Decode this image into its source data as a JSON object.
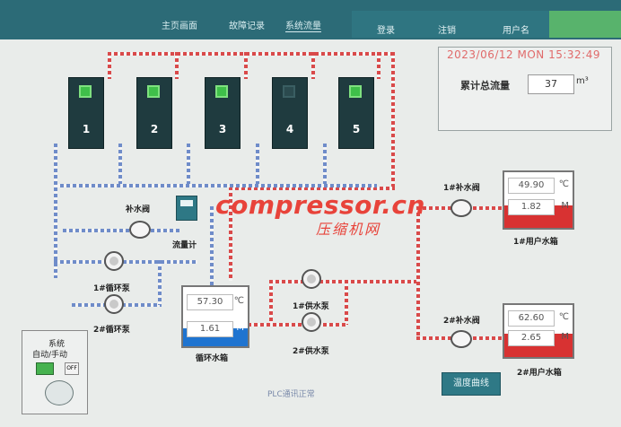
{
  "nav": {
    "tabs": [
      "主页画面",
      "故障记录",
      "系统流量"
    ],
    "actions": [
      "登录",
      "注销",
      "用户名"
    ]
  },
  "status": {
    "datetime": "2023/06/12  MON  15:32:49",
    "total_flow_label": "累计总流量",
    "total_flow_value": "37",
    "total_flow_unit": "m³"
  },
  "compressors": [
    {
      "number": "1",
      "running": true
    },
    {
      "number": "2",
      "running": true
    },
    {
      "number": "3",
      "running": true
    },
    {
      "number": "4",
      "running": false
    },
    {
      "number": "5",
      "running": true
    }
  ],
  "labels": {
    "makeup_valve": "补水阀",
    "flow_meter": "流量计",
    "circ_pump_1": "1#循环泵",
    "circ_pump_2": "2#循环泵",
    "supply_pump_1": "1#供水泵",
    "supply_pump_2": "2#供水泵",
    "makeup_valve_1": "1#补水阀",
    "makeup_valve_2": "2#补水阀"
  },
  "tanks": {
    "circulation": {
      "name": "循环水箱",
      "temperature": "57.30",
      "temp_unit": "℃",
      "level": "1.61",
      "level_unit": "M",
      "fill_fraction": 0.3
    },
    "user1": {
      "name": "1#用户水箱",
      "temperature": "49.90",
      "temp_unit": "℃",
      "level": "1.82",
      "level_unit": "M",
      "fill_fraction": 0.4
    },
    "user2": {
      "name": "2#用户水箱",
      "temperature": "62.60",
      "temp_unit": "℃",
      "level": "2.65",
      "level_unit": "M",
      "fill_fraction": 0.45
    }
  },
  "system": {
    "title": "系统",
    "mode": "自动/手动",
    "off_label": "OFF"
  },
  "footer": {
    "plc_status": "PLC通讯正常",
    "eco_button": "温度曲线"
  },
  "watermark": {
    "main": "compressor.cn",
    "sub": "压缩机网"
  },
  "colors": {
    "topbar": "#2c6b77",
    "hot_pipe": "#d94a4a",
    "cold_pipe": "#6f8cc9",
    "running": "#3fbf4a",
    "tank_red": "#d83232",
    "tank_blue": "#1f74d0"
  }
}
